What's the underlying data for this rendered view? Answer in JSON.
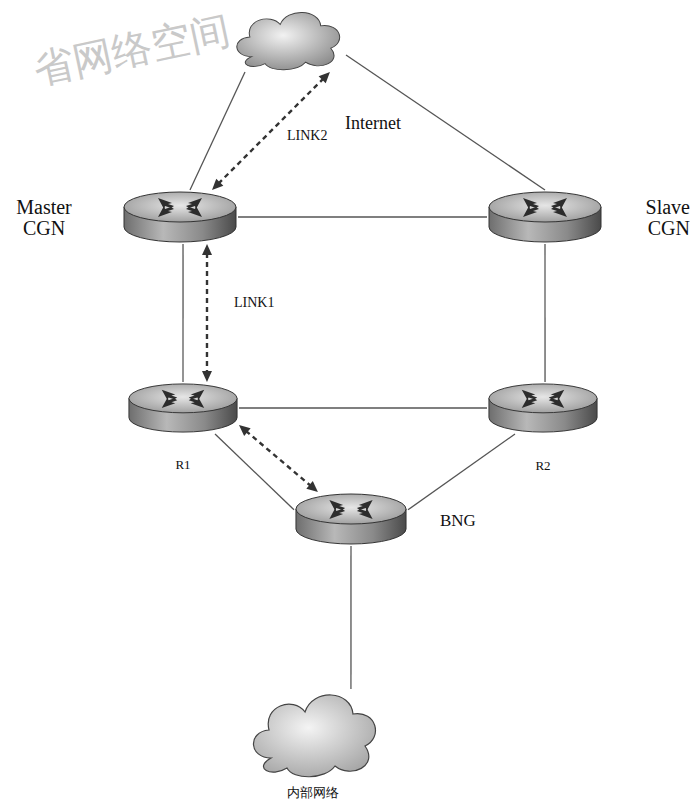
{
  "diagram": {
    "nodes": [
      {
        "text": [
          "Internet"
        ]
      },
      {
        "text": [
          "Master CGN"
        ]
      },
      {
        "text": [
          "Slave CGN"
        ]
      },
      {
        "text": [
          "R1"
        ]
      },
      {
        "text": [
          "R2"
        ]
      },
      {
        "text": [
          "BNG"
        ]
      },
      {
        "text": [
          "内部网络"
        ]
      }
    ],
    "edges": [
      {
        "from": 0,
        "to": 1,
        "arrow": "none"
      },
      {
        "from": 0,
        "to": 2,
        "arrow": "none"
      },
      {
        "from": 1,
        "to": 2,
        "arrow": "none"
      },
      {
        "from": 1,
        "to": 3,
        "arrow": "none"
      },
      {
        "from": 2,
        "to": 4,
        "arrow": "none"
      },
      {
        "from": 3,
        "to": 4,
        "arrow": "none"
      },
      {
        "from": 3,
        "to": 5,
        "arrow": "none"
      },
      {
        "from": 4,
        "to": 5,
        "arrow": "none"
      },
      {
        "from": 5,
        "to": 6,
        "arrow": "none"
      },
      {
        "from": 1,
        "to": 0,
        "label": "LINK2",
        "arrow": "both"
      },
      {
        "from": 1,
        "to": 3,
        "label": "LINK1",
        "arrow": "both"
      },
      {
        "from": 3,
        "to": 5,
        "arrow": "both"
      }
    ],
    "labels": [
      "省网络空间"
    ]
  }
}
